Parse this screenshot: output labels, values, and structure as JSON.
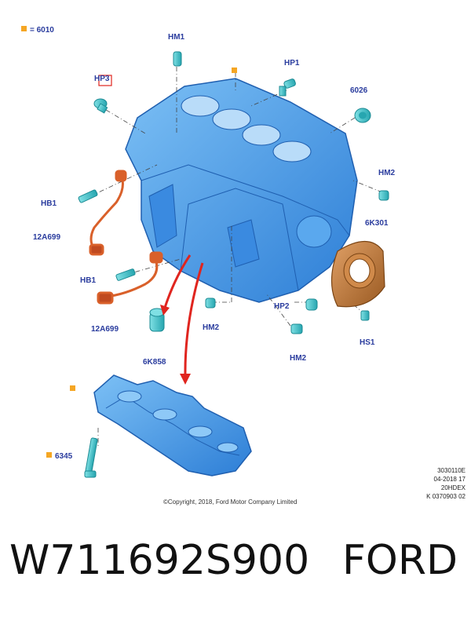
{
  "legend": {
    "marker_color": "#f5a623",
    "text": "= 6010"
  },
  "labels": {
    "hm1": "HM1",
    "hp3": "HP3",
    "hp1": "HP1",
    "n6026": "6026",
    "hm2_right": "HM2",
    "n6k301": "6K301",
    "hb1_top": "HB1",
    "n12a699_top": "12A699",
    "hb1_bottom": "HB1",
    "n12a699_bottom": "12A699",
    "hm2_center": "HM2",
    "hp2": "HP2",
    "hs1": "HS1",
    "hm2_bottom": "HM2",
    "n6k858": "6K858",
    "n6345": "6345"
  },
  "meta": {
    "line1": "3030110E",
    "line2": "04-2018 17",
    "line3": "20HDEX",
    "line4": "K 0370903 02"
  },
  "copyright": "©Copyright, 2018, Ford Motor Company Limited",
  "footer": {
    "part_number": "W711692S900",
    "brand": "FORD"
  },
  "colors": {
    "block": "#4a9fe8",
    "block_dark": "#2a6fc4",
    "bolt": "#3ec1c9",
    "harness": "#d9602a",
    "seal": "#c07a3a",
    "arrow": "#e0251f",
    "label": "#2a3c9e"
  }
}
